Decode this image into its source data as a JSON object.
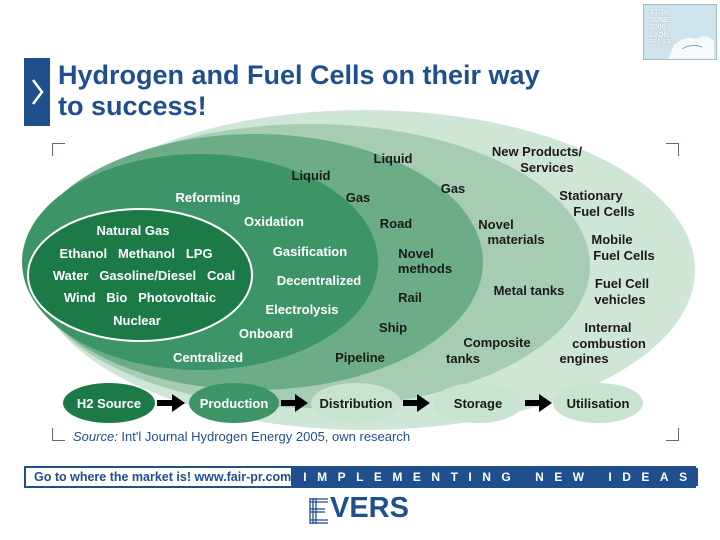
{
  "header": {
    "title_line1": "Hydrogen and Fuel Cells on their way",
    "title_line2": "to success!"
  },
  "corner_logo": {
    "lines": [
      "13-16",
      "JUNE",
      "2006",
      "LYON",
      "FRANCE"
    ]
  },
  "diagram": {
    "sources": [
      "Natural Gas",
      "Ethanol   Methanol   LPG",
      "Water   Gasoline/Diesel   Coal",
      "Wind   Bio   Photovoltaic",
      "Nuclear"
    ],
    "production": [
      "Reforming",
      "Oxidation",
      "Gasification",
      "Decentralized",
      "Electrolysis",
      "Onboard",
      "Centralized"
    ],
    "distribution": [
      "Liquid",
      "Gas",
      "Road",
      "Novel",
      "methods",
      "Rail",
      "Ship",
      "Pipeline"
    ],
    "storage": [
      "Liquid",
      "Gas",
      "Novel",
      "materials",
      "Metal tanks",
      "Composite",
      "tanks"
    ],
    "utilisation": [
      "New Products/",
      "Services",
      "Stationary",
      "Fuel Cells",
      "Mobile",
      "Fuel Cells",
      "Fuel Cell",
      "vehicles",
      "Internal",
      "combustion",
      "engines"
    ],
    "flow": [
      "H2 Source",
      "Production",
      "Distribution",
      "Storage",
      "Utilisation"
    ],
    "colors": {
      "inner": "#1b7a45",
      "ring2": "#3d9466",
      "ring3": "#6cad88",
      "ring4": "#a6cdb4",
      "outer": "#cfe6d6",
      "flow_fill": "#c9e3d1",
      "text_dark": "#1a1a1a",
      "text_light": "#ffffff"
    }
  },
  "source_note": {
    "label": "Source:",
    "text": " Int'l Journal Hydrogen Energy 2005, own research"
  },
  "footer": {
    "banner_left": "Go to where the market is!   www.fair-pr.com",
    "banner_right": "IMPLEMENTING NEW IDEAS",
    "logo_text": "VERS"
  }
}
